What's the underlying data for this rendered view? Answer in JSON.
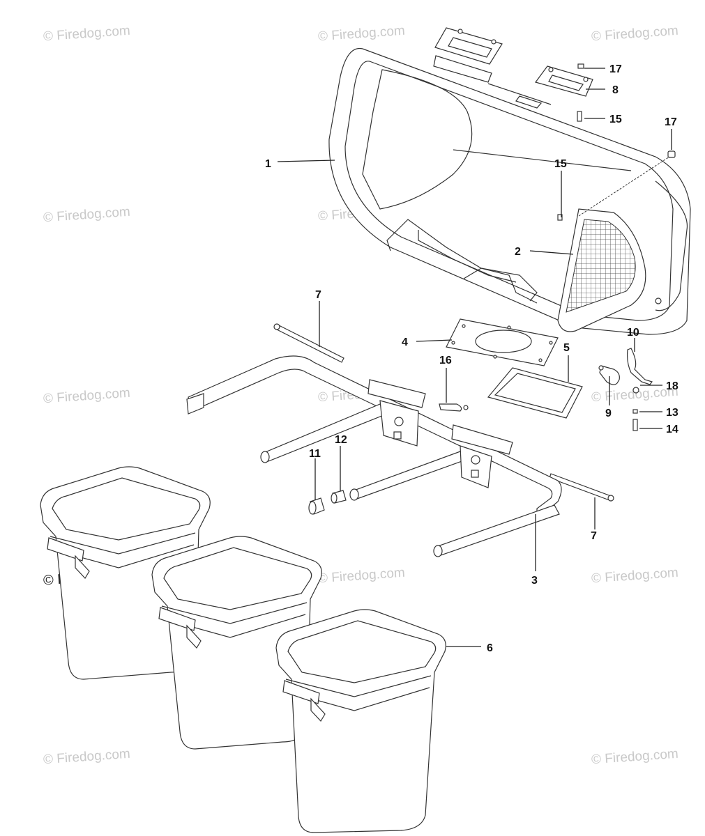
{
  "watermark": {
    "text": "© Firedog.com"
  },
  "callouts": [
    {
      "id": "c1",
      "label": "1"
    },
    {
      "id": "c2",
      "label": "2"
    },
    {
      "id": "c3",
      "label": "3"
    },
    {
      "id": "c4",
      "label": "4"
    },
    {
      "id": "c5",
      "label": "5"
    },
    {
      "id": "c6",
      "label": "6"
    },
    {
      "id": "c7a",
      "label": "7"
    },
    {
      "id": "c7b",
      "label": "7"
    },
    {
      "id": "c8",
      "label": "8"
    },
    {
      "id": "c9",
      "label": "9"
    },
    {
      "id": "c10",
      "label": "10"
    },
    {
      "id": "c11",
      "label": "11"
    },
    {
      "id": "c12",
      "label": "12"
    },
    {
      "id": "c13",
      "label": "13"
    },
    {
      "id": "c14",
      "label": "14"
    },
    {
      "id": "c15a",
      "label": "15"
    },
    {
      "id": "c15b",
      "label": "15"
    },
    {
      "id": "c16",
      "label": "16"
    },
    {
      "id": "c17a",
      "label": "17"
    },
    {
      "id": "c17b",
      "label": "17"
    },
    {
      "id": "c18",
      "label": "18"
    }
  ]
}
